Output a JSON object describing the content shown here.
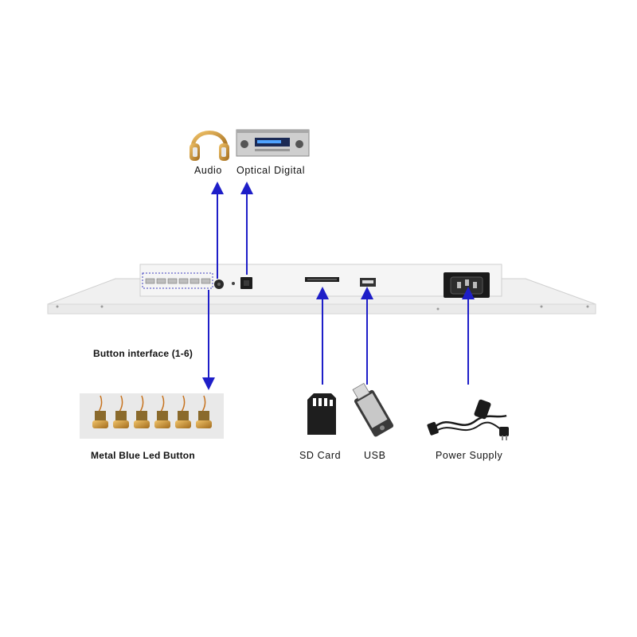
{
  "labels": {
    "audio": "Audio",
    "optical_digital": "Optical Digital",
    "button_interface": "Button interface (1-6)",
    "metal_button": "Metal Blue Led Button",
    "sd_card": "SD Card",
    "usb": "USB",
    "power_supply": "Power Supply"
  },
  "colors": {
    "arrow": "#1e1ec8",
    "panel": "#f2f2f2",
    "panel_edge": "#cfcfcf"
  },
  "icons": [
    "headphones-icon",
    "amplifier-icon",
    "led-button-icon",
    "sd-card-icon",
    "usb-stick-icon",
    "power-cord-icon"
  ]
}
